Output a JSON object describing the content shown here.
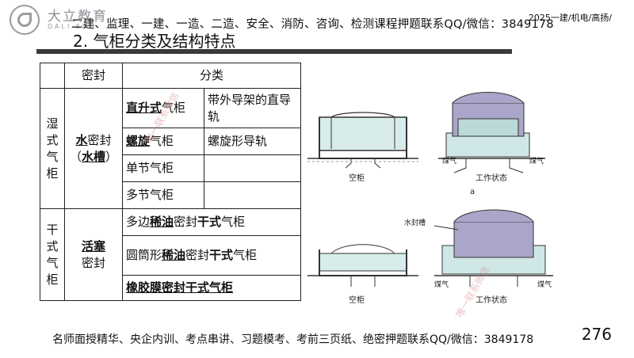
{
  "logo": {
    "name": "大立教育",
    "sub": "DALI EDU"
  },
  "header": {
    "line": "二建、监理、一建、一造、二造、安全、消防、咨询、检测课程押题联系QQ/微信：3849178",
    "right": "2025一建/机电/高扬/",
    "title": "2. 气柜分类及结构特点"
  },
  "table": {
    "h_seal": "密封",
    "h_class": "分类",
    "wet": {
      "group": "湿式气柜",
      "seal_a": "水",
      "seal_b": "密封",
      "seal_c": "（",
      "seal_d": "水槽",
      "seal_e": "）",
      "r1a": "直升式",
      "r1b": "气柜",
      "r1c": "带外导架的直导轨",
      "r2a": "螺旋",
      "r2b": "气柜",
      "r2c": "螺旋形导轨",
      "r3": "单节气柜",
      "r4": "多节气柜"
    },
    "dry": {
      "group": "干式气柜",
      "seal_a": "活塞",
      "seal_b": "密封",
      "r1a": "多边",
      "r1b": "稀油",
      "r1c": "密封",
      "r1d": "干式",
      "r1e": "气柜",
      "r2a": "圆筒形",
      "r2b": "稀油",
      "r2c": "密封",
      "r2d": "干式",
      "r2e": "气柜",
      "r3": "橡胶膜密封干式气柜"
    }
  },
  "figures": {
    "empty": "空柜",
    "working": "工作状态",
    "gas_in": "煤气",
    "gas_out": "煤气",
    "label_a": "a",
    "water_seal": "水封槽"
  },
  "footer": {
    "text": "名师面授精华、央企内训、考点串讲、习题模考、考前三页纸、绝密押题联系QQ/微信：3849178",
    "page": "276"
  },
  "watermark": "唯一联系微信"
}
